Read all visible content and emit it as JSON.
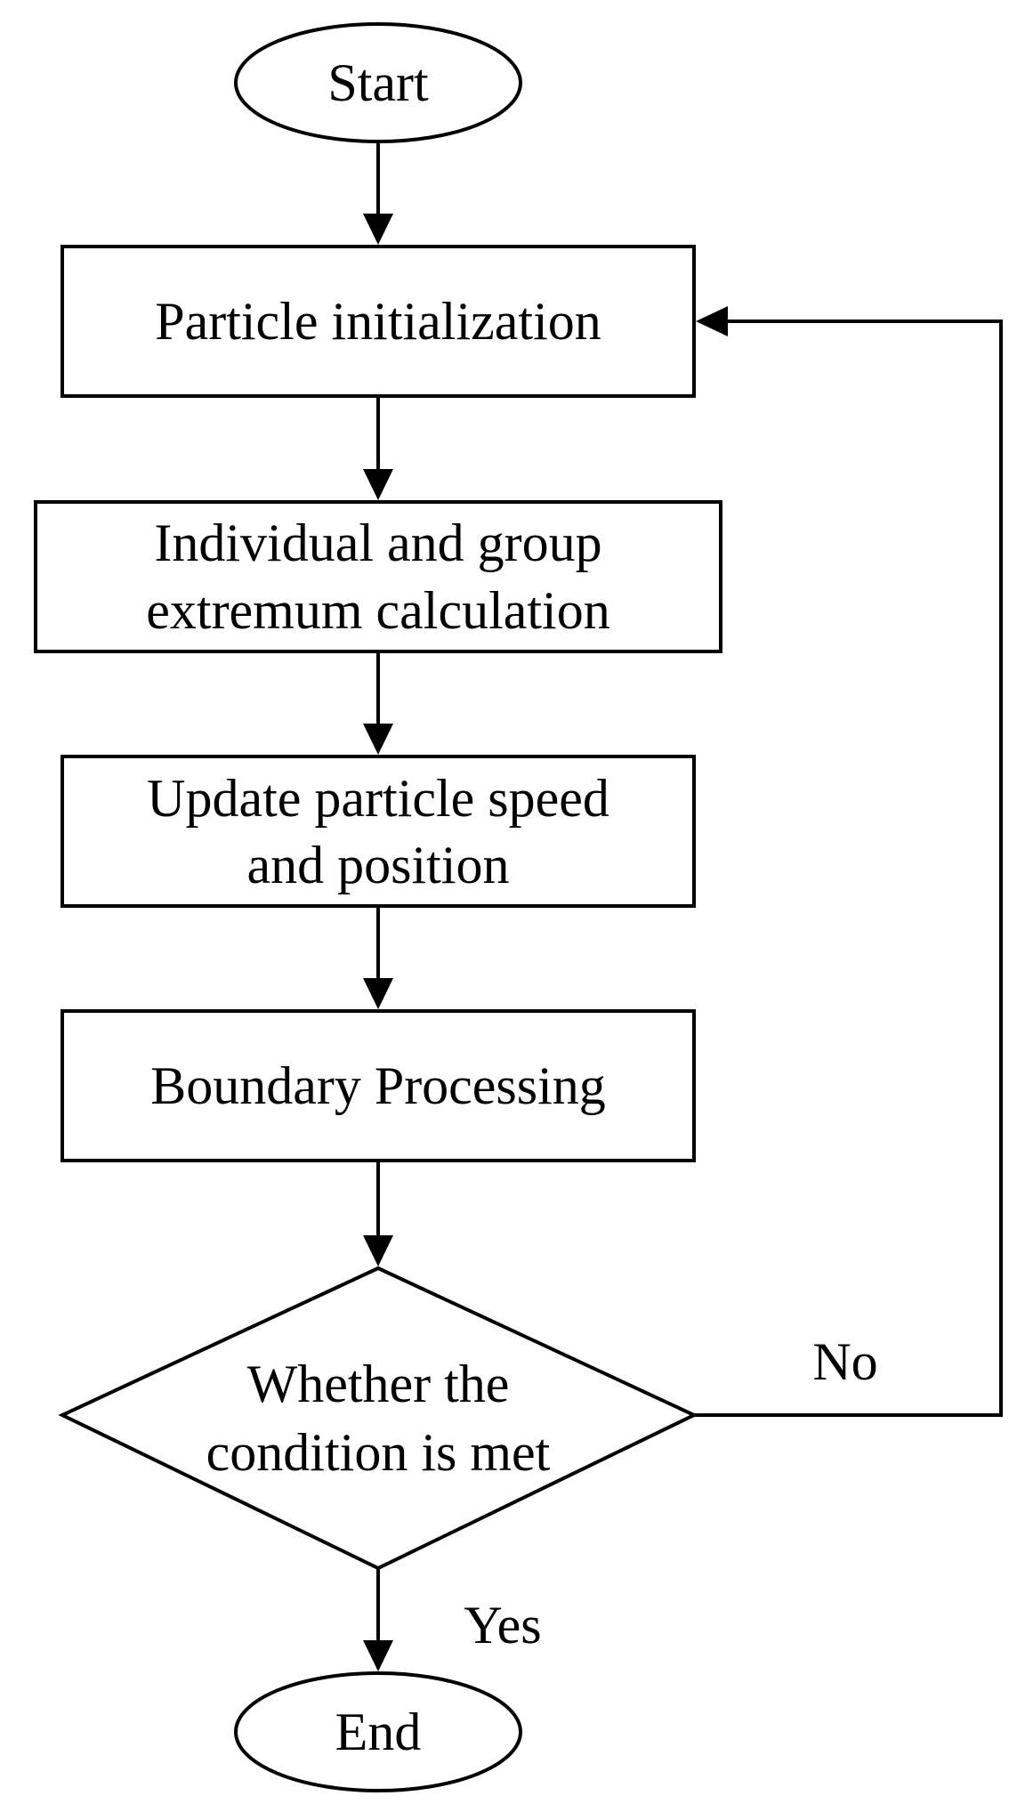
{
  "nodes": {
    "start": "Start",
    "particle_init": "Particle initialization",
    "extremum": [
      "Individual and group",
      "extremum calculation"
    ],
    "update": [
      "Update particle speed",
      "and position"
    ],
    "boundary": "Boundary Processing",
    "decision": [
      "Whether the",
      "condition is met"
    ],
    "end": "End"
  },
  "edges": {
    "no_label": "No",
    "yes_label": "Yes"
  },
  "colors": {
    "stroke": "#000000",
    "background": "#ffffff"
  }
}
